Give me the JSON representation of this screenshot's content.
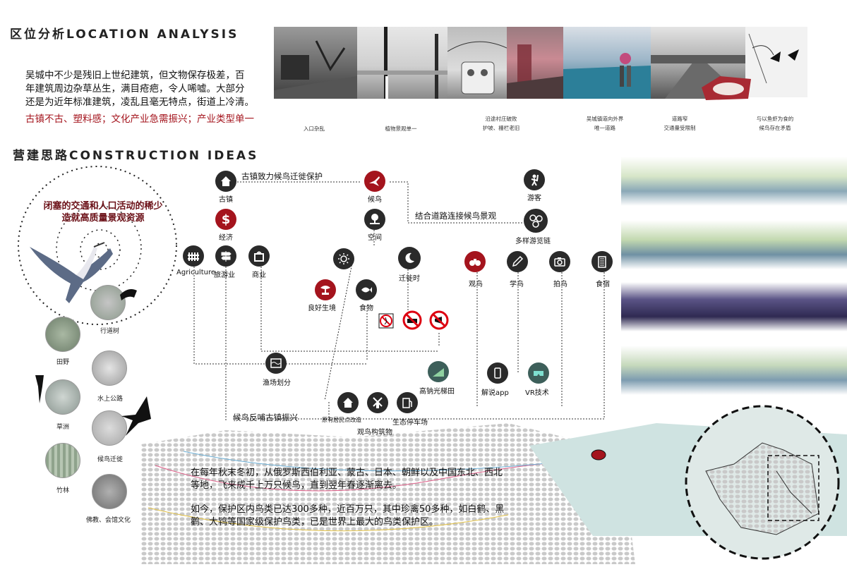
{
  "location": {
    "heading": "区位分析LOCATION ANALYSIS",
    "paragraph_lines": [
      "吴城中不少是残旧上世纪建筑，但文物保存极差，百",
      "年建筑周边杂草丛生，满目疮疤，令人唏嘘。大部分",
      "还是为近年标准建筑，凌乱且毫无特点，街道上冷清。"
    ],
    "summary": "古镇不古、塑料感；文化产业急需振兴；产业类型单一",
    "photo_captions": [
      [
        "入口杂乱"
      ],
      [
        "植物景观单一"
      ],
      [
        "沿途村庄破败",
        "护坡、栅栏老旧"
      ],
      [
        "吴城镇道向外界",
        "唯一道路"
      ],
      [
        "道路窄",
        "交通量受限制"
      ],
      [
        "与以鱼虾为食的",
        "候鸟存在矛盾"
      ]
    ]
  },
  "construction": {
    "heading": "营建思路CONSTRUCTION IDEAS",
    "spiral_text": [
      "闭塞的交通和人口活动的稀少",
      "造就高质量景观资源"
    ],
    "habitats": [
      "行道树",
      "田野",
      "水上公路",
      "草洲",
      "候鸟迁徙",
      "竹林",
      "佛教、会馆文化"
    ],
    "flow_labels": {
      "top": "古镇致力候鸟迁徙保护",
      "middle": "结合道路连接候鸟景观",
      "bottom": "候鸟反哺古镇振兴"
    },
    "nodes": {
      "town": "古镇",
      "economy": "经济",
      "agriculture": "Agriculture",
      "tourism": "旅游业",
      "commerce": "商业",
      "bird": "候鸟",
      "space": "空间",
      "migration": "迁徙时",
      "environment": "良好生境",
      "food": "食物",
      "tourist": "游客",
      "chain": "多样游览链",
      "watch": "观鸟",
      "learn": "学鸟",
      "photo": "拍鸟",
      "lodging": "食宿",
      "fishing": "渔场划分",
      "terrace": "高钠光梯田",
      "app": "解说app",
      "vr": "VR技术",
      "housing": "原有居民点改造",
      "windmill_group": "观鸟构筑物",
      "parking": "生态停车场"
    },
    "icons": [
      "home-icon",
      "dollar-icon",
      "fence-icon",
      "signpost-icon",
      "shop-icon",
      "crane-icon",
      "tree-bench-icon",
      "sun-icon",
      "moon-icon",
      "bonsai-icon",
      "fish-icon",
      "tourist-icon",
      "network-icon",
      "binoculars-icon",
      "pencil-icon",
      "camera-icon",
      "building-icon",
      "water-icon",
      "field-icon",
      "phone-icon",
      "vr-icon",
      "house-icon",
      "windmill-icon",
      "fuel-icon",
      "no-walking-icon",
      "no-car-icon",
      "no-horn-icon"
    ]
  },
  "map_text": {
    "para1": [
      "在每年秋末冬初，从俄罗斯西伯利亚、蒙古、日本、朝鲜以及中国东北、西北",
      "等地，飞来成千上万只候鸟，直到翌年春逐渐离去。"
    ],
    "para2": [
      "如今，保护区内鸟类已达300多种，近百万只，其中珍禽50多种，如白鹤、黑",
      "鹳、大鸨等国家级保护鸟类，已是世界上最大的鸟类保护区。"
    ]
  },
  "colors": {
    "accent_red": "#a4141d",
    "node_dark": "#2a2a2a",
    "map_teal": "#cfe3e1"
  }
}
